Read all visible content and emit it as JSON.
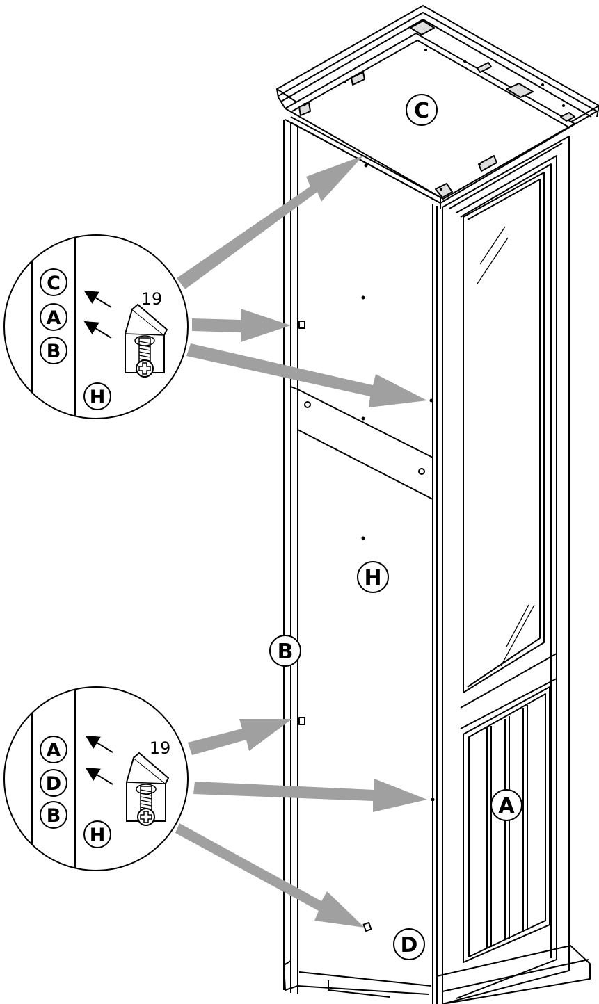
{
  "labels": {
    "top_panel": "C",
    "back_panel": "H",
    "side_panel_left": "B",
    "door_panel": "A",
    "bottom_panel": "D"
  },
  "callout_top": {
    "layers": [
      "C",
      "A",
      "B"
    ],
    "backing": "H",
    "quantity": "19",
    "icon": "connector-bracket-screw-icon"
  },
  "callout_bottom": {
    "layers": [
      "A",
      "D",
      "B"
    ],
    "backing": "H",
    "quantity": "19",
    "icon": "connector-bracket-screw-icon"
  },
  "colors": {
    "line": "#000000",
    "arrow": "#a0a0a0",
    "background": "#ffffff",
    "glass_hatch": "#000000"
  }
}
